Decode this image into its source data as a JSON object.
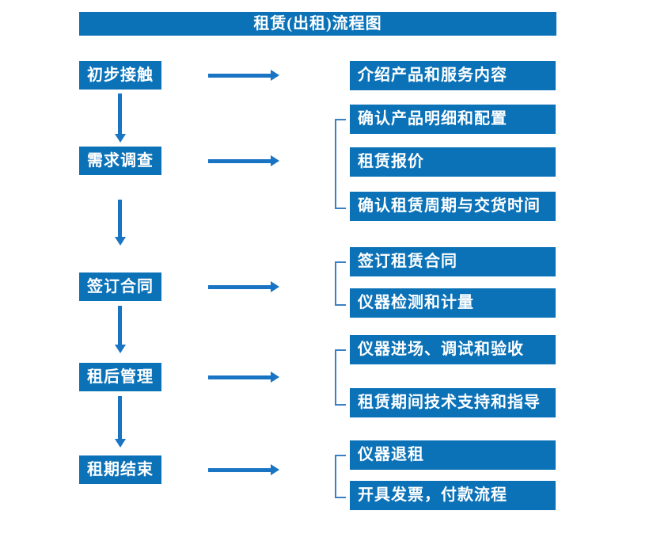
{
  "title": "租赁(出租)流程图",
  "colors": {
    "box_blue": "#0b72b8",
    "arrow_blue": "#1a74c4",
    "bracket_blue": "#3c80c4",
    "text_white": "#ffffff",
    "background": "#ffffff"
  },
  "flow": {
    "steps": [
      {
        "label": "初步接触",
        "outputs": [
          "介绍产品和服务内容"
        ]
      },
      {
        "label": "需求调查",
        "outputs": [
          "确认产品明细和配置",
          "租赁报价",
          "确认租赁周期与交货时间"
        ]
      },
      {
        "label": "签订合同",
        "outputs": [
          "签订租赁合同",
          "仪器检测和计量"
        ]
      },
      {
        "label": "租后管理",
        "outputs": [
          "仪器进场、调试和验收",
          "租赁期间技术支持和指导"
        ]
      },
      {
        "label": "租期结束",
        "outputs": [
          "仪器退租",
          "开具发票，付款流程"
        ]
      }
    ]
  }
}
